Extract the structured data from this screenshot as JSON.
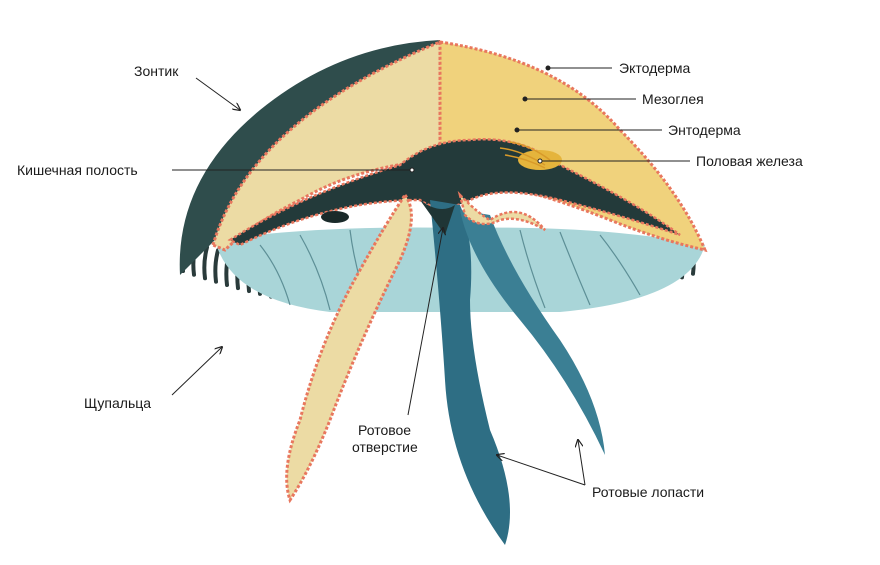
{
  "diagram": {
    "labels": {
      "umbrella": "Зонтик",
      "ectoderm": "Эктодерма",
      "mesoglea": "Мезоглея",
      "endoderm": "Энтодерма",
      "gonad": "Половая железа",
      "gastric_cavity": "Кишечная полость",
      "tentacles": "Щупальца",
      "mouth_line1": "Ротовое",
      "mouth_line2": "отверстие",
      "oral_arms": "Ротовые лопасти"
    },
    "colors": {
      "dark_bell": "#2f4d4c",
      "mesoglea_light": "#ecdba4",
      "mesoglea_yellow": "#f0d27c",
      "ectoderm_border": "#e8775e",
      "subumbrella": "#a9d5d8",
      "oral_arm_blue": "#2e6e84",
      "tentacle": "#2a3b3b"
    }
  }
}
